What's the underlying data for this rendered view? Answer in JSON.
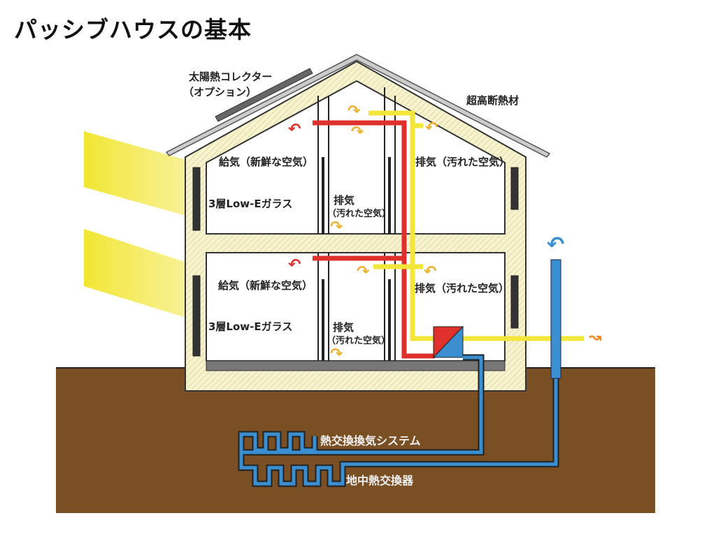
{
  "title": "パッシブハウスの基本",
  "labels": {
    "solar_collector": "太陽熱コレクター",
    "solar_collector_option": "（オプション）",
    "super_insulation": "超高断熱材",
    "supply_upper": "給気（新鮮な空気）",
    "supply_lower": "給気（新鮮な空気）",
    "exhaust_upper_right": "排気（汚れた空気）",
    "exhaust_lower_right": "排気（汚れた空気）",
    "exhaust_upper_mid": "排気",
    "exhaust_upper_mid_sub": "（汚れた空気）",
    "exhaust_lower_mid": "排気",
    "exhaust_lower_mid_sub": "（汚れた空気）",
    "glass_upper": "3層Low-Eガラス",
    "glass_lower": "3層Low-Eガラス",
    "hrv_system": "熱交換換気システム",
    "ground_heat_exchanger": "地中熱交換器"
  },
  "colors": {
    "insulation": "#f6f2c8",
    "supply_pipe": "#e0302c",
    "exhaust_pipe": "#f3e63a",
    "ground_pipe": "#3b8fd0",
    "soil": "#7a4f24",
    "sunlight": "#f2e632"
  }
}
